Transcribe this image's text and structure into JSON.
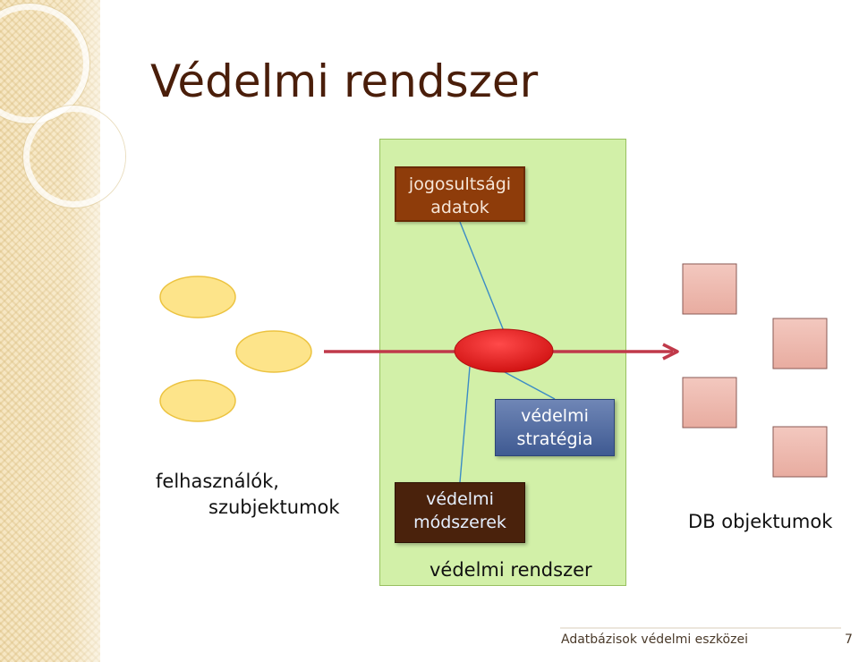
{
  "slide": {
    "title": "Védelmi rendszer",
    "footer": "Adatbázisok védelmi eszközei",
    "page_number": "7"
  },
  "diagram": {
    "auth_data_line1": "jogosultsági",
    "auth_data_line2": "adatok",
    "strategy_line1": "védelmi",
    "strategy_line2": "stratégia",
    "methods_line1": "védelmi",
    "methods_line2": "módszerek",
    "users_line1": "felhasználók,",
    "users_line2": "szubjektumok",
    "db_objects": "DB objektumok",
    "system_label": "védelmi rendszer"
  },
  "colors": {
    "system_fill": "#d2f0a8",
    "auth_box": "#8e3c0a",
    "strategy_box": "#4f6aa2",
    "methods_box": "#4a220c",
    "user_ellipse": "#fde48a",
    "db_square": "#eebab0",
    "core_ellipse": "#e11e1e",
    "arrow": "#c0394a",
    "connector": "#3b8bc6"
  }
}
